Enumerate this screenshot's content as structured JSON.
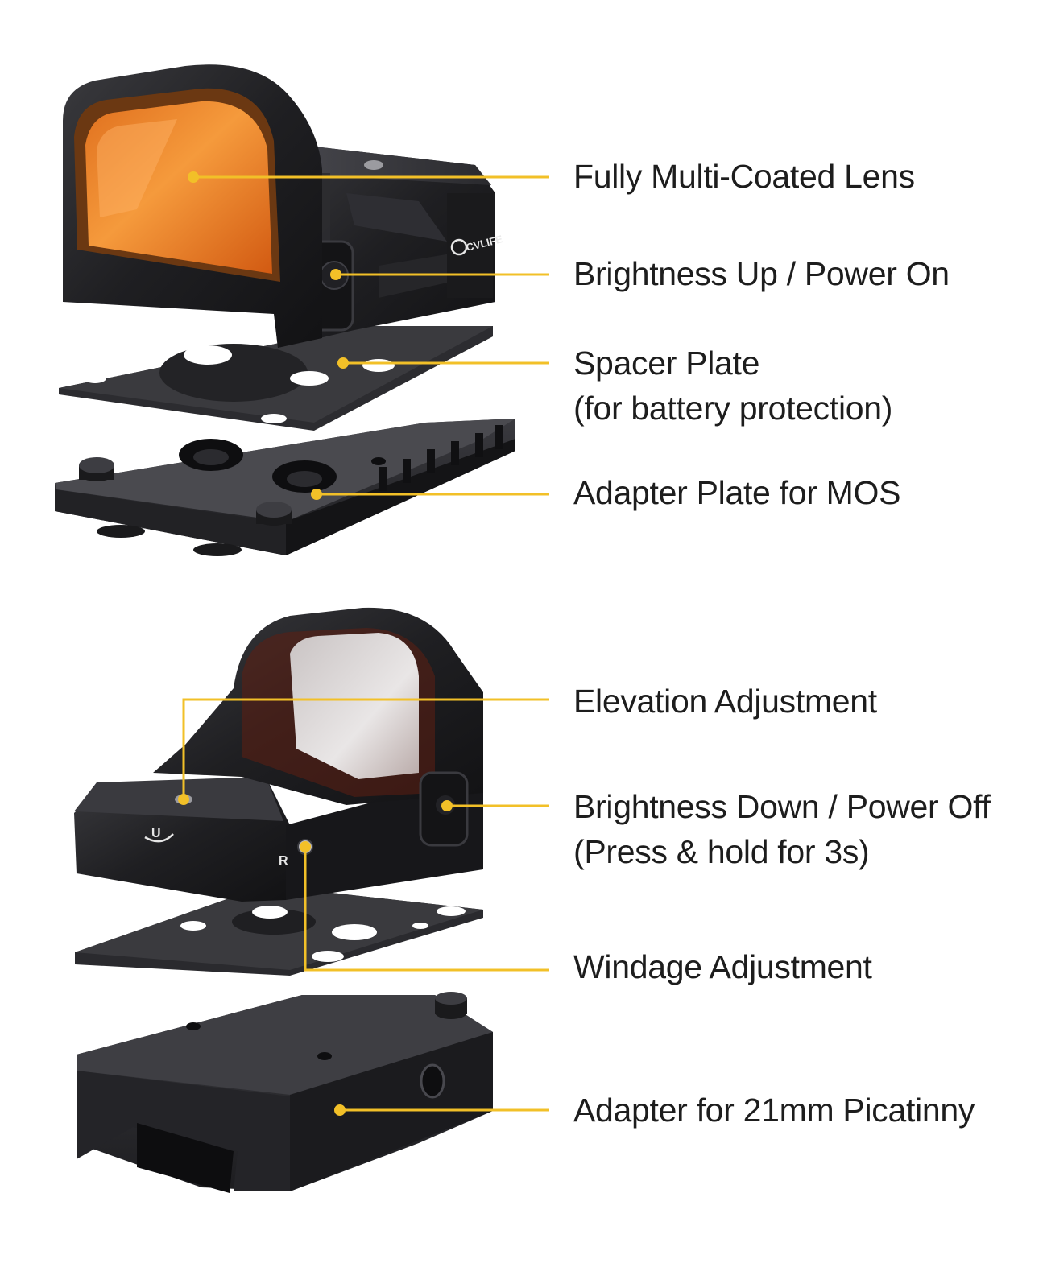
{
  "colors": {
    "leader_line": "#f2c028",
    "leader_dot": "#f2c028",
    "lens_amber": "#f2892a",
    "body_black": "#1c1c1e",
    "plate_black": "#26262a",
    "background": "#ffffff"
  },
  "logo": {
    "text": "CVLIFE"
  },
  "engravings": {
    "elevation_mark": "U",
    "windage_mark": "R"
  },
  "callouts": [
    {
      "id": "fully-multi-coated-lens",
      "lines": [
        "Fully Multi-Coated Lens"
      ]
    },
    {
      "id": "brightness-up",
      "lines": [
        "Brightness Up / Power On"
      ]
    },
    {
      "id": "spacer-plate",
      "lines": [
        "Spacer Plate",
        "(for battery protection)"
      ]
    },
    {
      "id": "adapter-plate-mos",
      "lines": [
        "Adapter Plate for MOS"
      ]
    },
    {
      "id": "elevation-adjustment",
      "lines": [
        "Elevation Adjustment"
      ]
    },
    {
      "id": "brightness-down",
      "lines": [
        "Brightness Down / Power Off",
        "(Press & hold for 3s)"
      ]
    },
    {
      "id": "windage-adjustment",
      "lines": [
        "Windage Adjustment"
      ]
    },
    {
      "id": "adapter-picatinny",
      "lines": [
        "Adapter for 21mm Picatinny"
      ]
    }
  ]
}
